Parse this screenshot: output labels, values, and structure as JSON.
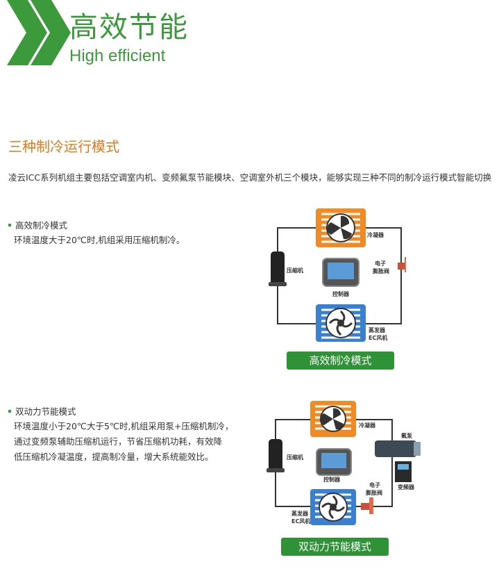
{
  "header": {
    "title_cn": "高效节能",
    "title_en": "High efficient"
  },
  "section": {
    "title": "三种制冷运行模式",
    "intro": "凌云ICC系列机组主要包括空调室内机、变频氟泵节能模块、空调室外机三个模块，能够实现三种不同的制冷运行模式智能切换"
  },
  "modes": [
    {
      "title": "高效制冷模式",
      "desc_lines": [
        "环境温度大于20℃时,机组采用压缩机制冷。"
      ],
      "diagram_labels": {
        "condenser": "冷凝器",
        "compressor": "压缩机",
        "valve_line1": "电子",
        "valve_line2": "膨胀阀",
        "controller": "控制器",
        "evaporator": "蒸发器",
        "ec_fan": "EC风机"
      },
      "button": "高效制冷模式"
    },
    {
      "title": "双动力节能模式",
      "desc_lines": [
        "环境温度小于20℃大于5℃时,机组采用泵+压缩机制冷，",
        "通过变频泵辅助压缩机运行，节省压缩机功耗，有效降",
        "低压缩机冷凝温度，提高制冷量，增大系统能效比。"
      ],
      "diagram_labels": {
        "condenser": "冷凝器",
        "pump": "氟泵",
        "compressor": "压缩机",
        "controller": "控制器",
        "valve_line1": "电子",
        "valve_line2": "膨胀阀",
        "inverter": "变频器",
        "evaporator": "蒸发器",
        "ec_fan": "EC风机"
      },
      "button": "双动力节能模式"
    }
  ],
  "colors": {
    "green": "#3c9a3c",
    "button_green": "#2f9237",
    "orange": "#e07a1c",
    "fan_orange": "#f08a24",
    "fan_blue": "#3a7fd0"
  }
}
